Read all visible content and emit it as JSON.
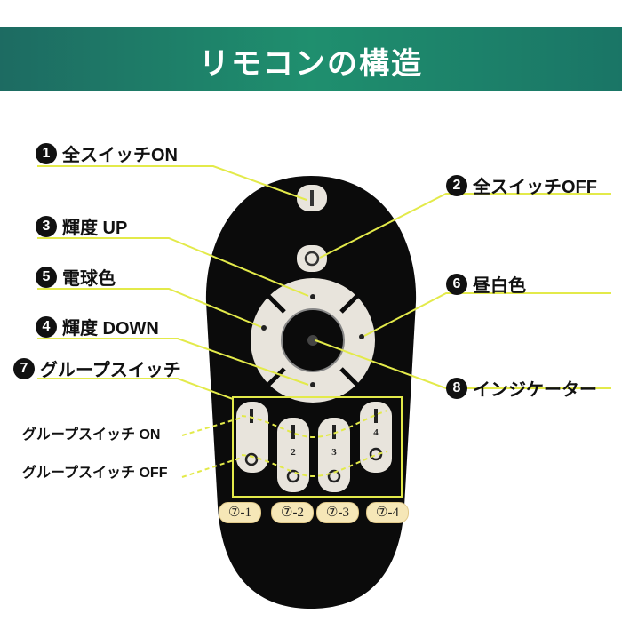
{
  "header": {
    "title": "リモコンの構造"
  },
  "labels": [
    {
      "num": "1",
      "text": "全スイッチON"
    },
    {
      "num": "2",
      "text": "全スイッチOFF"
    },
    {
      "num": "3",
      "text": "輝度 UP"
    },
    {
      "num": "5",
      "text": "電球色"
    },
    {
      "num": "6",
      "text": "昼白色"
    },
    {
      "num": "4",
      "text": "輝度 DOWN"
    },
    {
      "num": "7",
      "text": "グループスイッチ"
    },
    {
      "num": "8",
      "text": "インジケーター"
    }
  ],
  "group_labels": {
    "on": "グループスイッチ ON",
    "off": "グループスイッチ OFF"
  },
  "group_tags": [
    "⑦-1",
    "⑦-2",
    "⑦-3",
    "⑦-4"
  ],
  "remote": {
    "group_numbers": [
      "2",
      "3",
      "4"
    ]
  },
  "colors": {
    "banner": "#1f8f6e",
    "leader_line": "#e3ea4a",
    "remote_body": "#0b0b0b",
    "button": "#e8e4dc",
    "tag": "#f6e7b7"
  }
}
